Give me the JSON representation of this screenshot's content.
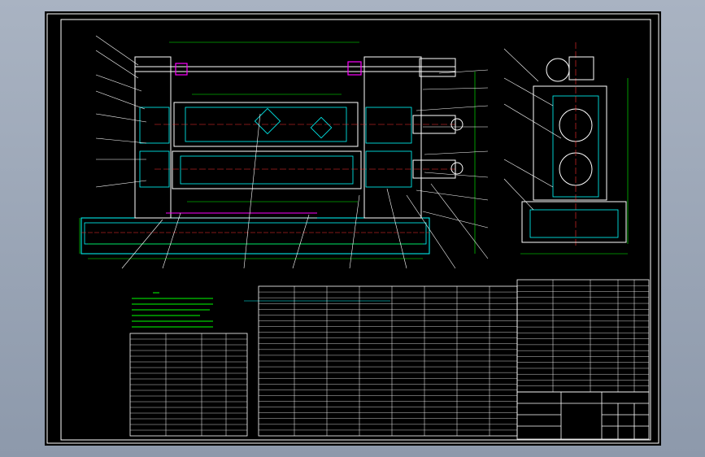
{
  "drawing": {
    "title_block_name": "",
    "colors": {
      "background": "#000000",
      "frame": "#ffffff",
      "geometry": "#ffffff",
      "part": "#00ffff",
      "dimension": "#00ff00",
      "centerline": "#ff3030",
      "highlight": "#ff00ff",
      "leader": "#ffffff",
      "window_bg": "#9aa5b5"
    },
    "views": [
      "front-view",
      "side-view"
    ],
    "tables": [
      "parts-list-left",
      "parts-list-middle",
      "parts-list-right"
    ]
  }
}
